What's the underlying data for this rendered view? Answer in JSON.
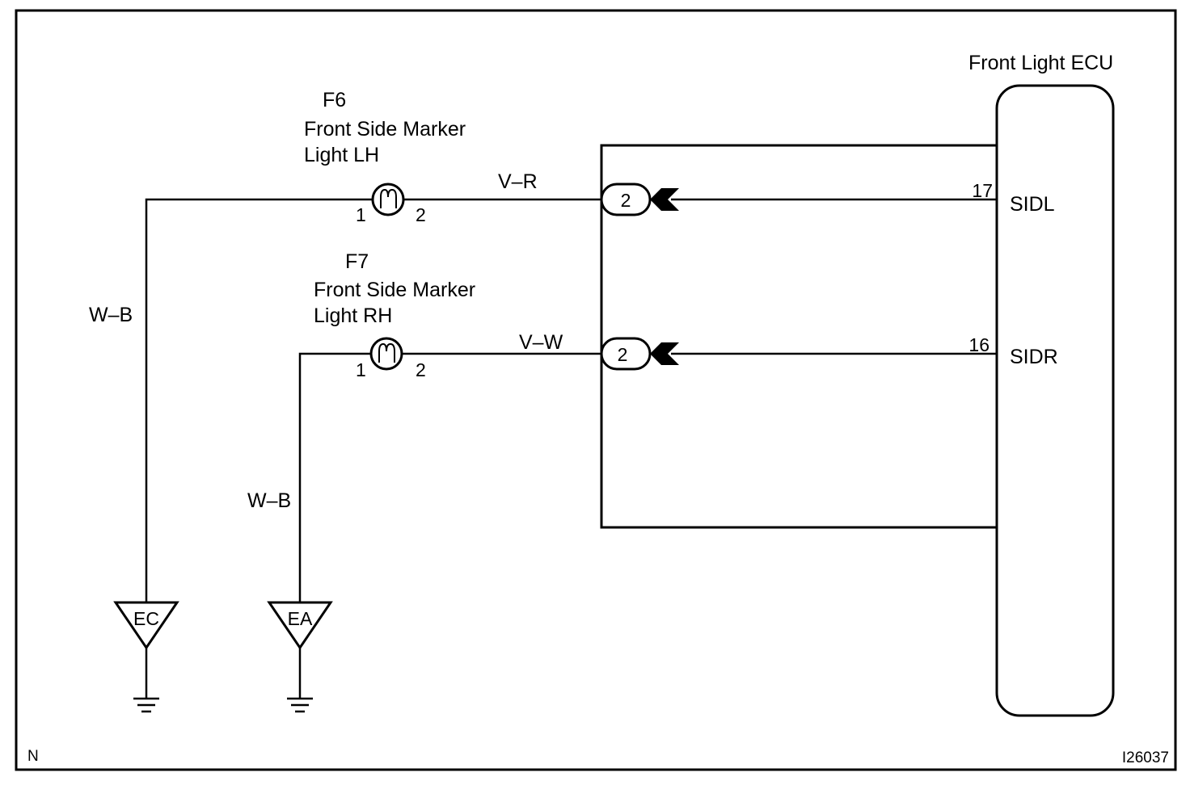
{
  "ecu": {
    "title": "Front Light ECU",
    "pins": [
      {
        "number": "17",
        "name": "SIDL"
      },
      {
        "number": "16",
        "name": "SIDR"
      }
    ]
  },
  "components": [
    {
      "code": "F6",
      "name_line1": "Front Side Marker",
      "name_line2": "Light LH",
      "pin1": "1",
      "pin2": "2"
    },
    {
      "code": "F7",
      "name_line1": "Front Side Marker",
      "name_line2": "Light RH",
      "pin1": "1",
      "pin2": "2"
    }
  ],
  "wires": {
    "lh_signal": "V–R",
    "rh_signal": "V–W",
    "lh_ground": "W–B",
    "rh_ground": "W–B"
  },
  "connectors": [
    {
      "pin": "2"
    },
    {
      "pin": "2"
    }
  ],
  "grounds": [
    {
      "label": "EC"
    },
    {
      "label": "EA"
    }
  ],
  "footer": {
    "corner_letter": "N",
    "figure_id": "I26037"
  }
}
